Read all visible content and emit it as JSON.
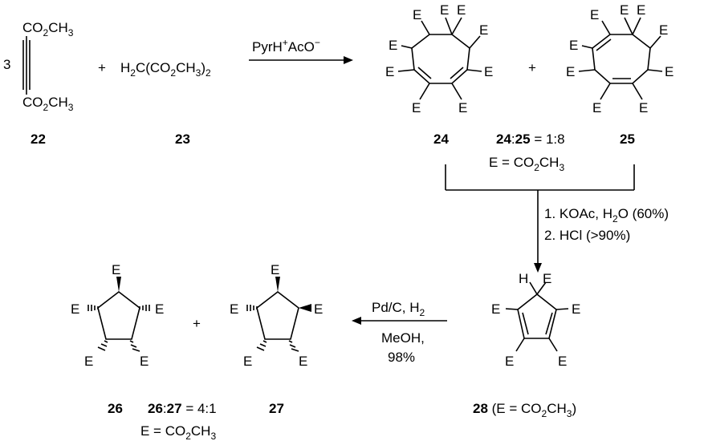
{
  "reactant22": {
    "top": "CO2CH3",
    "bottom": "CO2CH3",
    "coefficient": "3",
    "number": "22"
  },
  "reactant23": {
    "formula": "H2C(CO2CH3)2",
    "number": "23"
  },
  "plus": "+",
  "reagent1": "PyrH+AcO−",
  "sub": "E",
  "h_atom": "H",
  "compound24": {
    "number": "24"
  },
  "compound25": {
    "number": "25"
  },
  "ratio_24_25": {
    "a": "24",
    "b": "25",
    "value": "= 1:8"
  },
  "e_def": "E = CO2CH3",
  "step2": {
    "line1": "1. KOAc, H2O (60%)",
    "line2": "2. HCl (>90%)"
  },
  "compound28": {
    "number": "28",
    "note": "(E = CO2CH3)"
  },
  "hydrogenation": {
    "line1": "Pd/C, H2",
    "line2": "MeOH,",
    "line3": "98%"
  },
  "compound26": {
    "number": "26"
  },
  "compound27": {
    "number": "27"
  },
  "ratio_26_27": {
    "a": "26",
    "b": "27",
    "value": "= 4:1"
  }
}
